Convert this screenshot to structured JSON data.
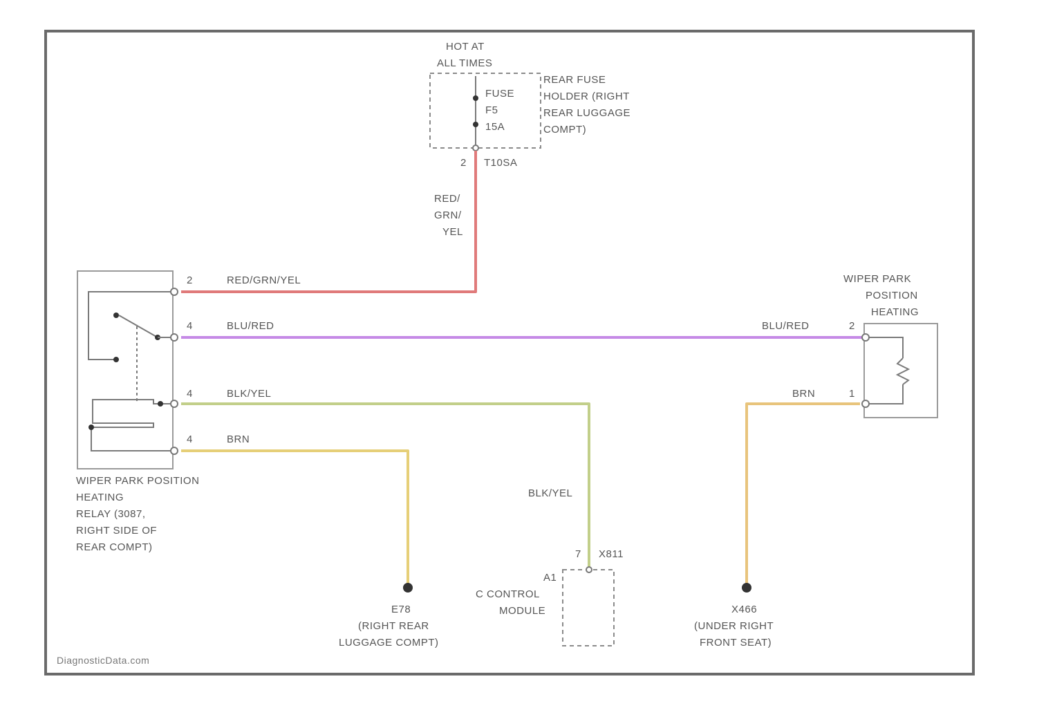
{
  "colors": {
    "wire_red_grn_yel": "#e07a7a",
    "wire_blu_red": "#c58ae6",
    "wire_blk_yel": "#c2cf8a",
    "wire_brn_left": "#e6cf78",
    "wire_brn_right": "#e8c47c"
  },
  "fuse": {
    "title_line1": "HOT AT",
    "title_line2": "ALL TIMES",
    "label_line1": "FUSE",
    "label_line2": "F5",
    "label_line3": "15A",
    "holder_line1": "REAR FUSE",
    "holder_line2": "HOLDER (RIGHT",
    "holder_line3": "REAR LUGGAGE",
    "holder_line4": "COMPT)",
    "pin": "2",
    "connector": "T10SA"
  },
  "wires": {
    "red_grn_yel_vertical_line1": "RED/",
    "red_grn_yel_vertical_line2": "GRN/",
    "red_grn_yel_vertical_line3": "YEL",
    "red_grn_yel": "RED/GRN/YEL",
    "blu_red_left": "BLU/RED",
    "blu_red_right": "BLU/RED",
    "blk_yel_left": "BLK/YEL",
    "blk_yel_vertical": "BLK/YEL",
    "brn_left": "BRN",
    "brn_right": "BRN"
  },
  "relay": {
    "pin_top": "2",
    "pin_2": "4",
    "pin_3": "4",
    "pin_4": "4",
    "caption_line1": "WIPER PARK POSITION",
    "caption_line2": "HEATING",
    "caption_line3": "RELAY (3087,",
    "caption_line4": "RIGHT SIDE OF",
    "caption_line5": "REAR COMPT)"
  },
  "heater": {
    "title_line1": "WIPER PARK",
    "title_line2": "POSITION",
    "title_line3": "HEATING",
    "pin_top": "2",
    "pin_bottom": "1"
  },
  "ground_left": {
    "id": "E78",
    "line2": "(RIGHT REAR",
    "line3": "LUGGAGE COMPT)"
  },
  "control_module": {
    "pin": "7",
    "connector": "X811",
    "line1": "A1",
    "line2": "C CONTROL",
    "line3": "MODULE"
  },
  "ground_right": {
    "id": "X466",
    "line2": "(UNDER RIGHT",
    "line3": "FRONT SEAT)"
  },
  "watermark": "DiagnosticData.com"
}
